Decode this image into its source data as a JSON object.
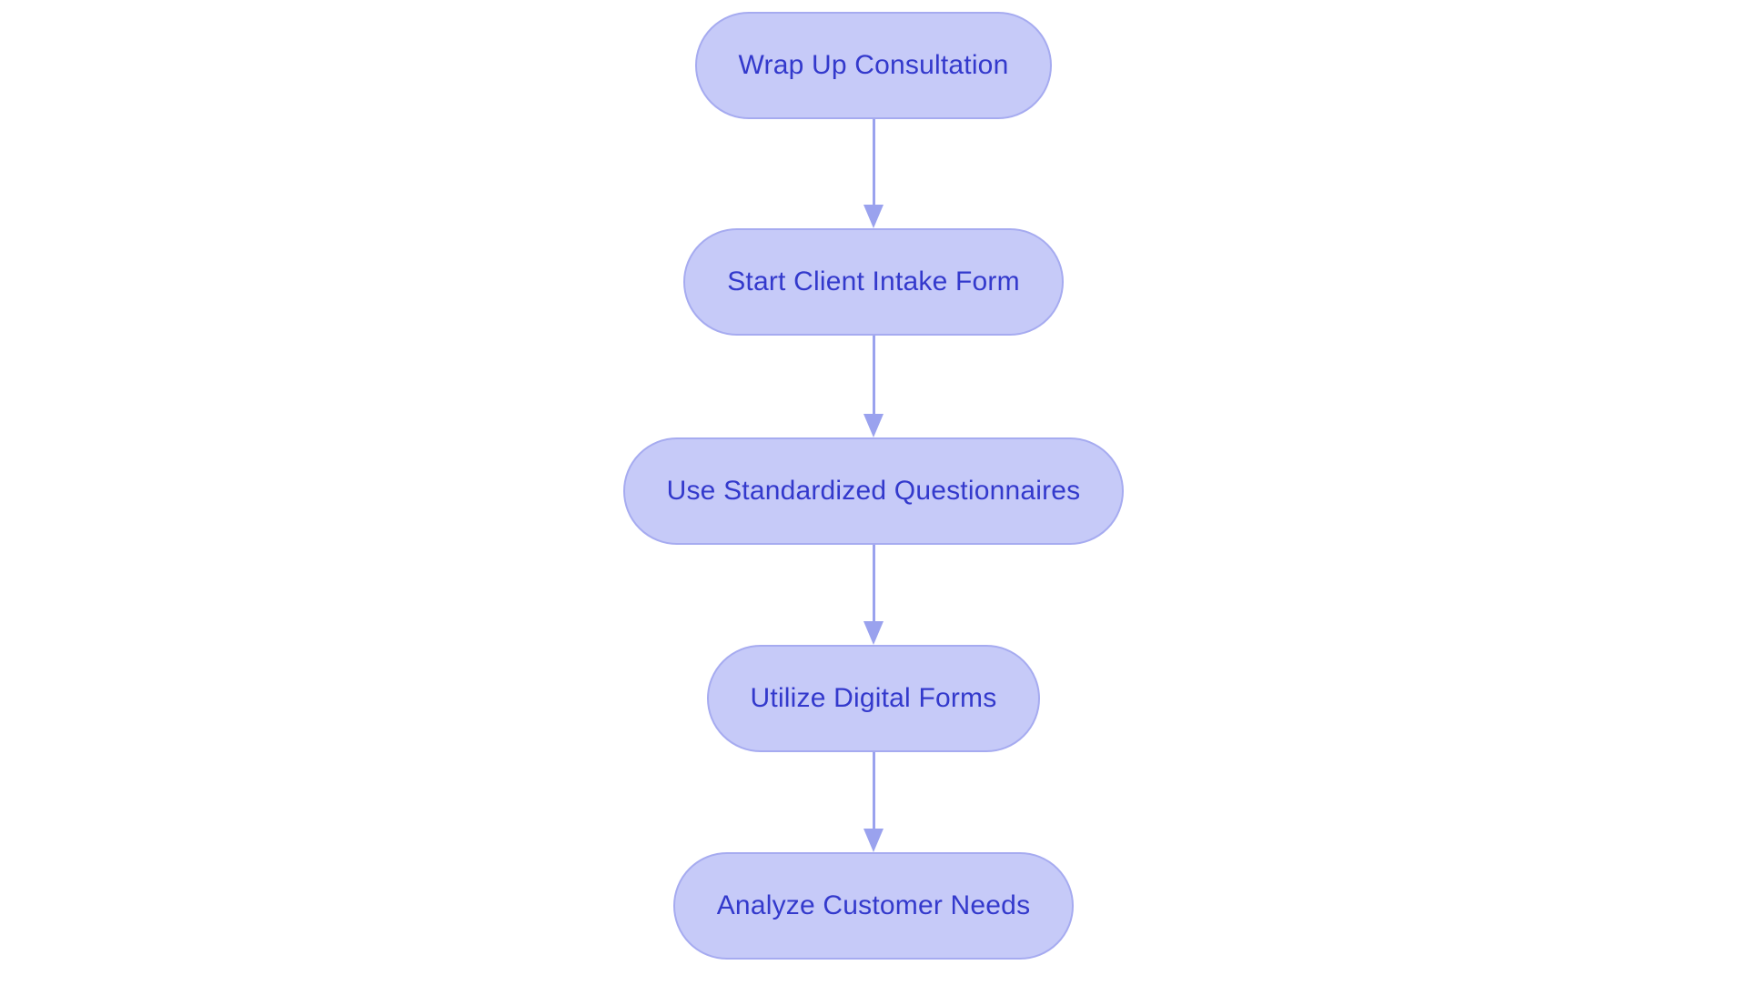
{
  "diagram": {
    "type": "flowchart",
    "orientation": "vertical-top-to-bottom",
    "background_color": "#ffffff",
    "node_fill_color": "#c6caf8",
    "node_border_color": "#a6abf0",
    "node_text_color": "#3339cc",
    "connector_color": "#9aa2ee",
    "node_shape": "stadium",
    "nodes": [
      {
        "id": "n1",
        "label": "Wrap Up Consultation"
      },
      {
        "id": "n2",
        "label": "Start Client Intake Form"
      },
      {
        "id": "n3",
        "label": "Use Standardized Questionnaires"
      },
      {
        "id": "n4",
        "label": "Utilize Digital Forms"
      },
      {
        "id": "n5",
        "label": "Analyze Customer Needs"
      }
    ],
    "edges": [
      {
        "from": "n1",
        "to": "n2",
        "arrow": "down-arrow-icon"
      },
      {
        "from": "n2",
        "to": "n3",
        "arrow": "down-arrow-icon"
      },
      {
        "from": "n3",
        "to": "n4",
        "arrow": "down-arrow-icon"
      },
      {
        "from": "n4",
        "to": "n5",
        "arrow": "down-arrow-icon"
      }
    ]
  }
}
